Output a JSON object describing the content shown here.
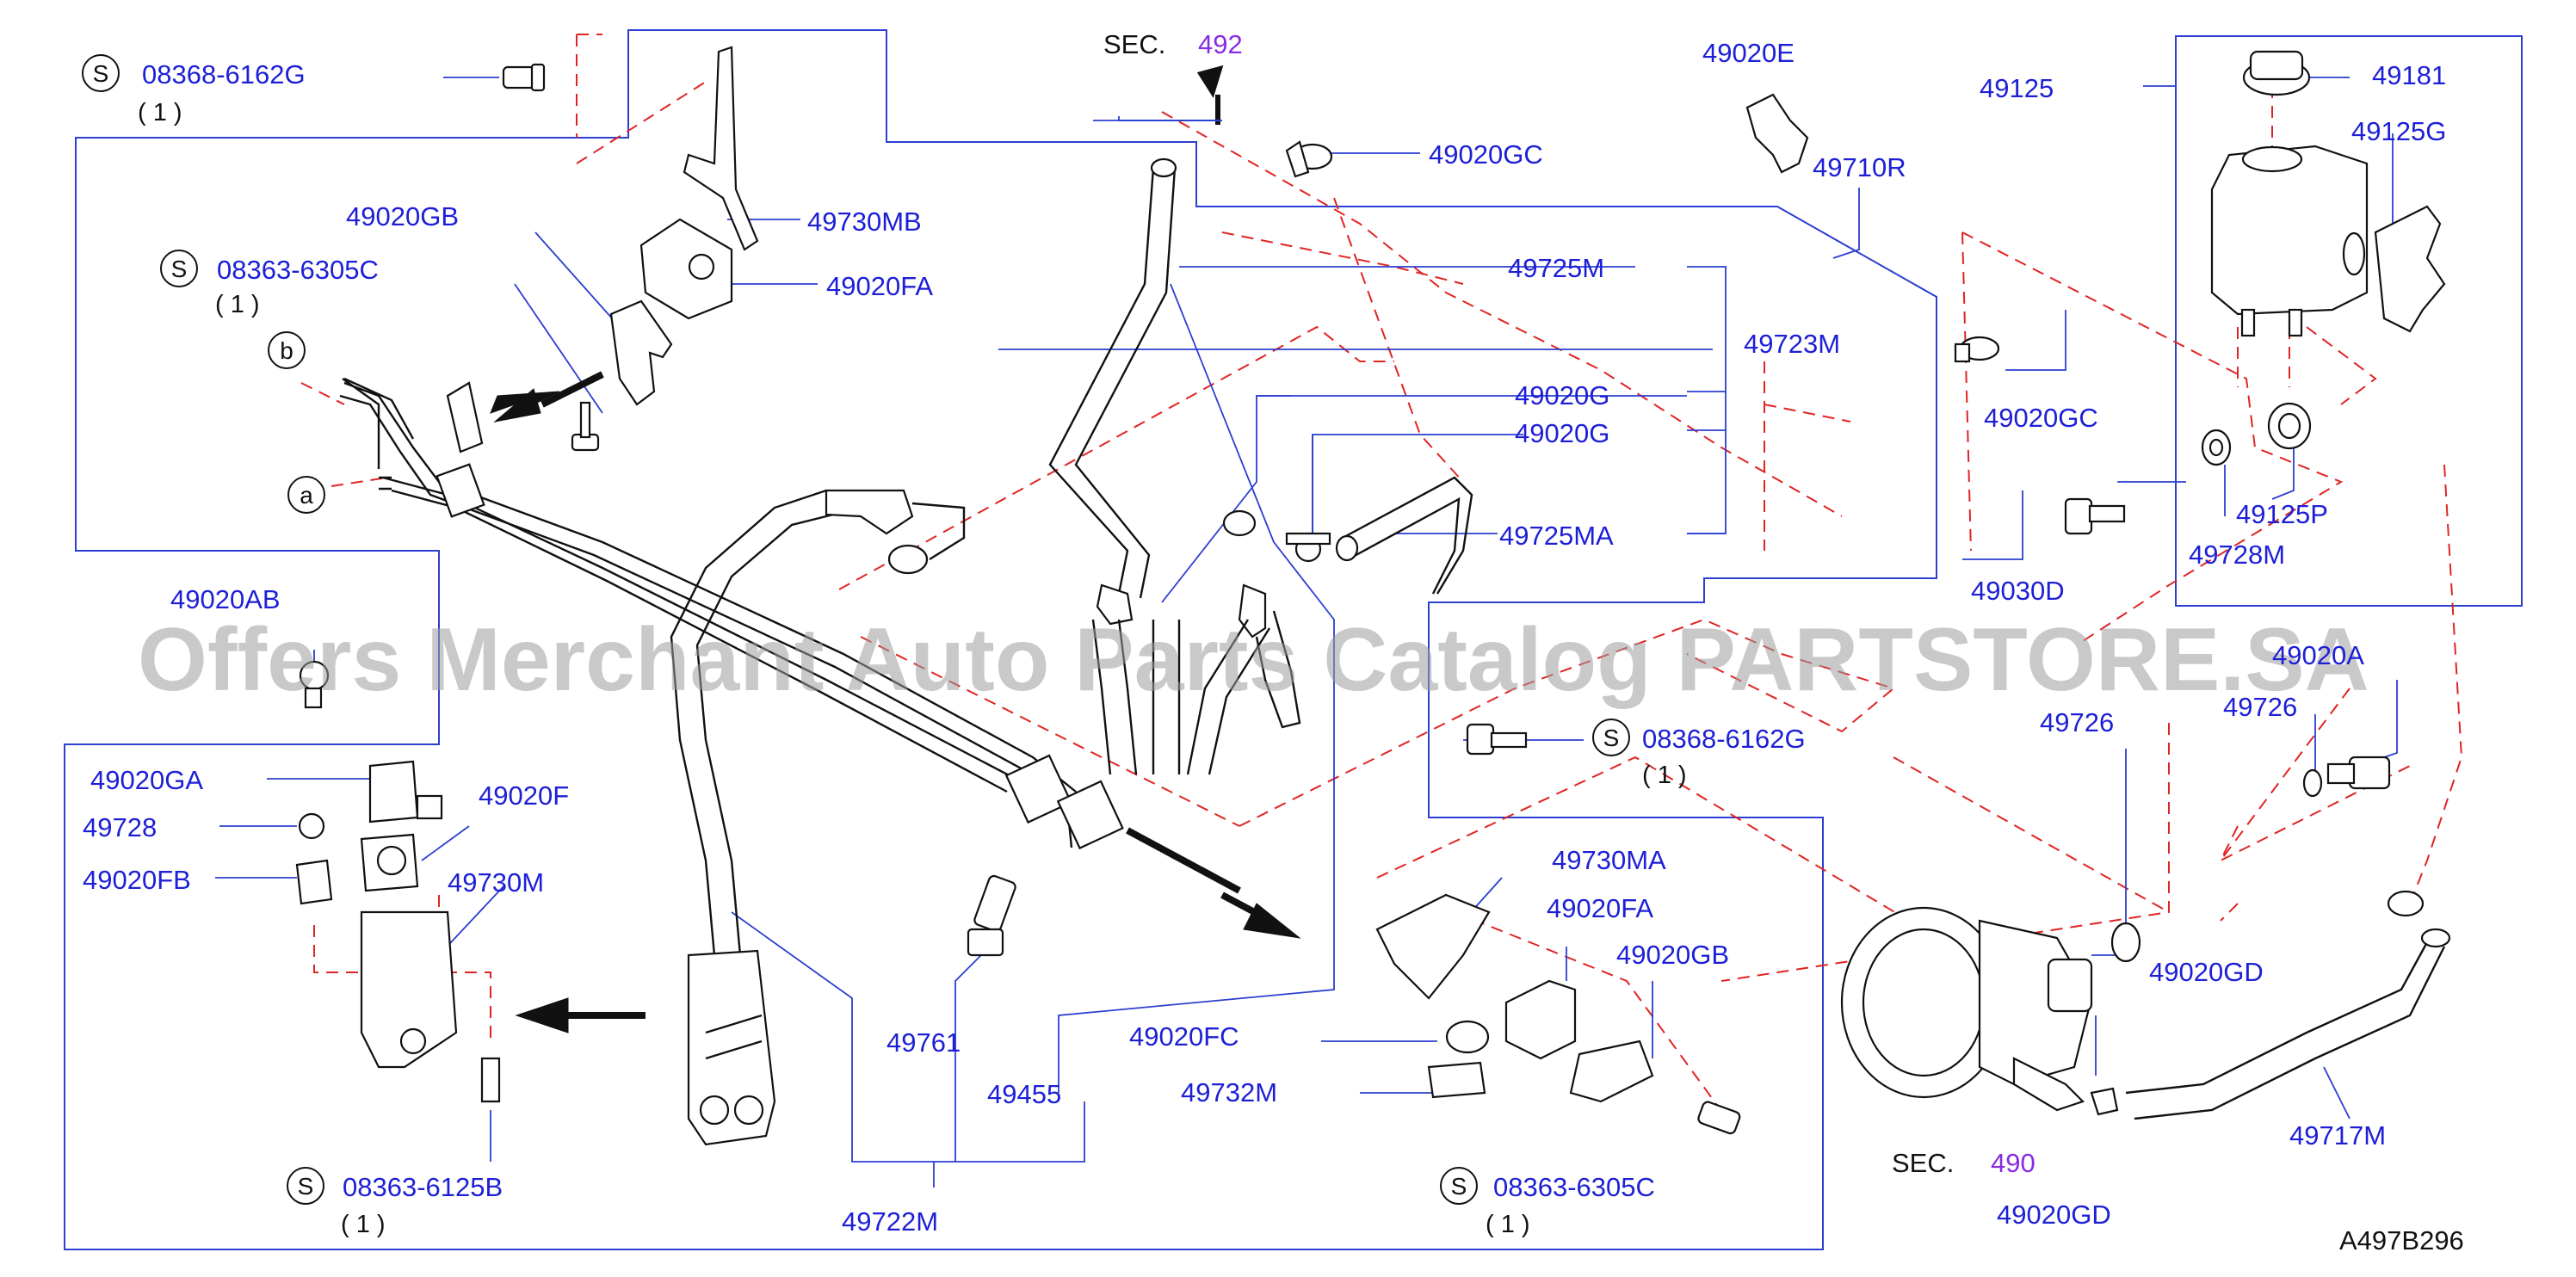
{
  "watermark": "Offers Merchant Auto Parts Catalog PARTSTORE.SA",
  "diagram_id": "A497B296",
  "sections": {
    "sec_prefix": "SEC.",
    "top_ref": "492",
    "bottom_ref": "490"
  },
  "markers": {
    "s": "S",
    "a": "a",
    "b": "b"
  },
  "quantity": "( 1 )",
  "parts": {
    "bolt_top_left": "08368-6162G",
    "bolt_upper_left": "08363-6305C",
    "bolt_bottom_left": "08363-6125B",
    "bolt_mid_right": "08368-6162G",
    "bolt_bottom_right": "08363-6305C",
    "p_49020GB_a": "49020GB",
    "p_49730MB": "49730MB",
    "p_49020FA_a": "49020FA",
    "p_49020GC_a": "49020GC",
    "p_49020E": "49020E",
    "p_49710R": "49710R",
    "p_49725M": "49725M",
    "p_49723M": "49723M",
    "p_49020G_a": "49020G",
    "p_49020G_b": "49020G",
    "p_49725MA": "49725MA",
    "p_49020AB": "49020AB",
    "p_49020GA": "49020GA",
    "p_49728_a": "49728",
    "p_49020FB": "49020FB",
    "p_49020F": "49020F",
    "p_49730M": "49730M",
    "p_49761": "49761",
    "p_49455": "49455",
    "p_49722M": "49722M",
    "p_49020FC": "49020FC",
    "p_49732M": "49732M",
    "p_49730MA": "49730MA",
    "p_49020FA_b": "49020FA",
    "p_49020GB_b": "49020GB",
    "p_49125": "49125",
    "p_49181": "49181",
    "p_49125G": "49125G",
    "p_49020GC_b": "49020GC",
    "p_49125P": "49125P",
    "p_49728M": "49728M",
    "p_49030D": "49030D",
    "p_49020A": "49020A",
    "p_49726_a": "49726",
    "p_49726_b": "49726",
    "p_49020GD_a": "49020GD",
    "p_49020GD_b": "49020GD",
    "p_49717M": "49717M"
  }
}
